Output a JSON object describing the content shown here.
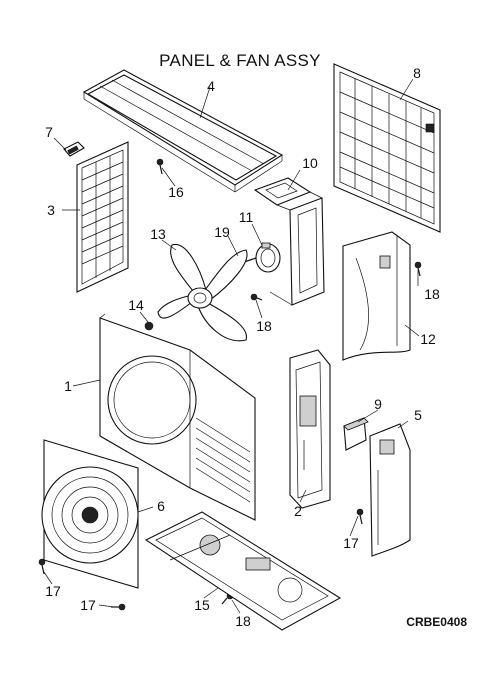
{
  "title": "PANEL & FAN ASSY",
  "drawing_code": "CRBE0408",
  "callouts": {
    "c1": "1",
    "c2": "2",
    "c3": "3",
    "c4": "4",
    "c5": "5",
    "c6": "6",
    "c7": "7",
    "c8": "8",
    "c9": "9",
    "c10": "10",
    "c11": "11",
    "c12": "12",
    "c13": "13",
    "c14": "14",
    "c15": "15",
    "c16": "16",
    "c17a": "17",
    "c17b": "17",
    "c17c": "17",
    "c18a": "18",
    "c18b": "18",
    "c18c": "18",
    "c19": "19"
  }
}
